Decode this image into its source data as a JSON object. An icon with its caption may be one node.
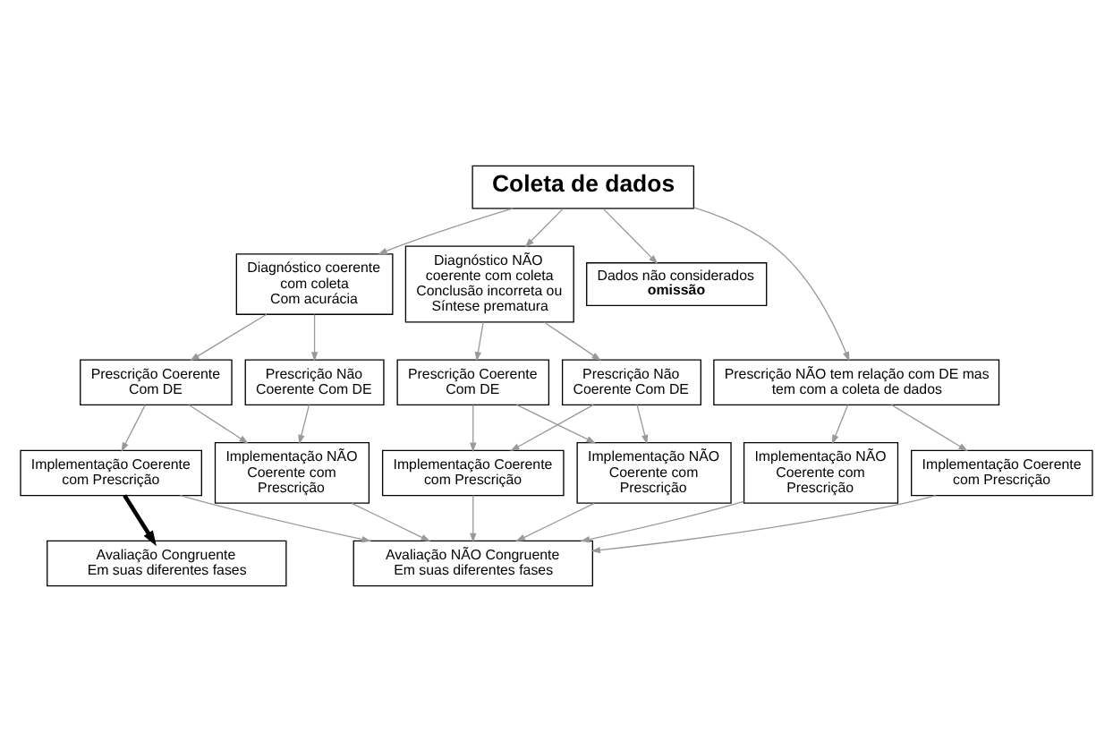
{
  "diagram": {
    "nodes": [
      {
        "text": [
          "Coleta de dados"
        ]
      },
      {
        "text": [
          "Diagnóstico coerente com coleta",
          "Com acurácia"
        ]
      },
      {
        "text": [
          "Diagnóstico NÃO coerente com coleta",
          "Conclusão incorreta ou Síntese prematura"
        ]
      },
      {
        "text": [
          "Dados não considerados",
          "omissão"
        ]
      },
      {
        "text": [
          "Prescrição Coerente Com DE"
        ]
      },
      {
        "text": [
          "Prescrição Não Coerente Com DE"
        ]
      },
      {
        "text": [
          "Prescrição Coerente Com DE"
        ]
      },
      {
        "text": [
          "Prescrição Não Coerente Com DE"
        ]
      },
      {
        "text": [
          "Prescrição NÃO tem relação com DE mas tem com a coleta de dados"
        ]
      },
      {
        "text": [
          "Implementação Coerente com Prescrição"
        ]
      },
      {
        "text": [
          "Implementação NÃO Coerente com Prescrição"
        ]
      },
      {
        "text": [
          "Implementação Coerente com Prescrição"
        ]
      },
      {
        "text": [
          "Implementação NÃO Coerente com Prescrição"
        ]
      },
      {
        "text": [
          "Implementação NÃO Coerente com Prescrição"
        ]
      },
      {
        "text": [
          "Implementação Coerente com Prescrição"
        ]
      },
      {
        "text": [
          "Avaliação Congruente",
          "Em suas diferentes fases"
        ]
      },
      {
        "text": [
          "Avaliação NÃO Congruente",
          "Em suas diferentes fases"
        ]
      }
    ],
    "edges": [
      {
        "from": 0,
        "to": 1,
        "arrow": "to"
      },
      {
        "from": 0,
        "to": 2,
        "arrow": "to"
      },
      {
        "from": 0,
        "to": 3,
        "arrow": "to"
      },
      {
        "from": 0,
        "to": 8,
        "arrow": "to"
      },
      {
        "from": 1,
        "to": 4,
        "arrow": "to"
      },
      {
        "from": 1,
        "to": 5,
        "arrow": "to"
      },
      {
        "from": 2,
        "to": 6,
        "arrow": "to"
      },
      {
        "from": 2,
        "to": 7,
        "arrow": "to"
      },
      {
        "from": 4,
        "to": 9,
        "arrow": "to"
      },
      {
        "from": 4,
        "to": 10,
        "arrow": "to"
      },
      {
        "from": 5,
        "to": 10,
        "arrow": "to"
      },
      {
        "from": 6,
        "to": 11,
        "arrow": "to"
      },
      {
        "from": 6,
        "to": 12,
        "arrow": "to"
      },
      {
        "from": 7,
        "to": 11,
        "arrow": "to"
      },
      {
        "from": 7,
        "to": 12,
        "arrow": "to"
      },
      {
        "from": 8,
        "to": 13,
        "arrow": "to"
      },
      {
        "from": 8,
        "to": 14,
        "arrow": "to"
      },
      {
        "from": 9,
        "to": 15,
        "arrow": "to",
        "style": "thick",
        "color": "#000000"
      },
      {
        "from": 9,
        "to": 16,
        "arrow": "to"
      },
      {
        "from": 10,
        "to": 16,
        "arrow": "to"
      },
      {
        "from": 11,
        "to": 16,
        "arrow": "to"
      },
      {
        "from": 12,
        "to": 16,
        "arrow": "to"
      },
      {
        "from": 13,
        "to": 16,
        "arrow": "to"
      },
      {
        "from": 14,
        "to": 16,
        "arrow": "to"
      }
    ]
  }
}
